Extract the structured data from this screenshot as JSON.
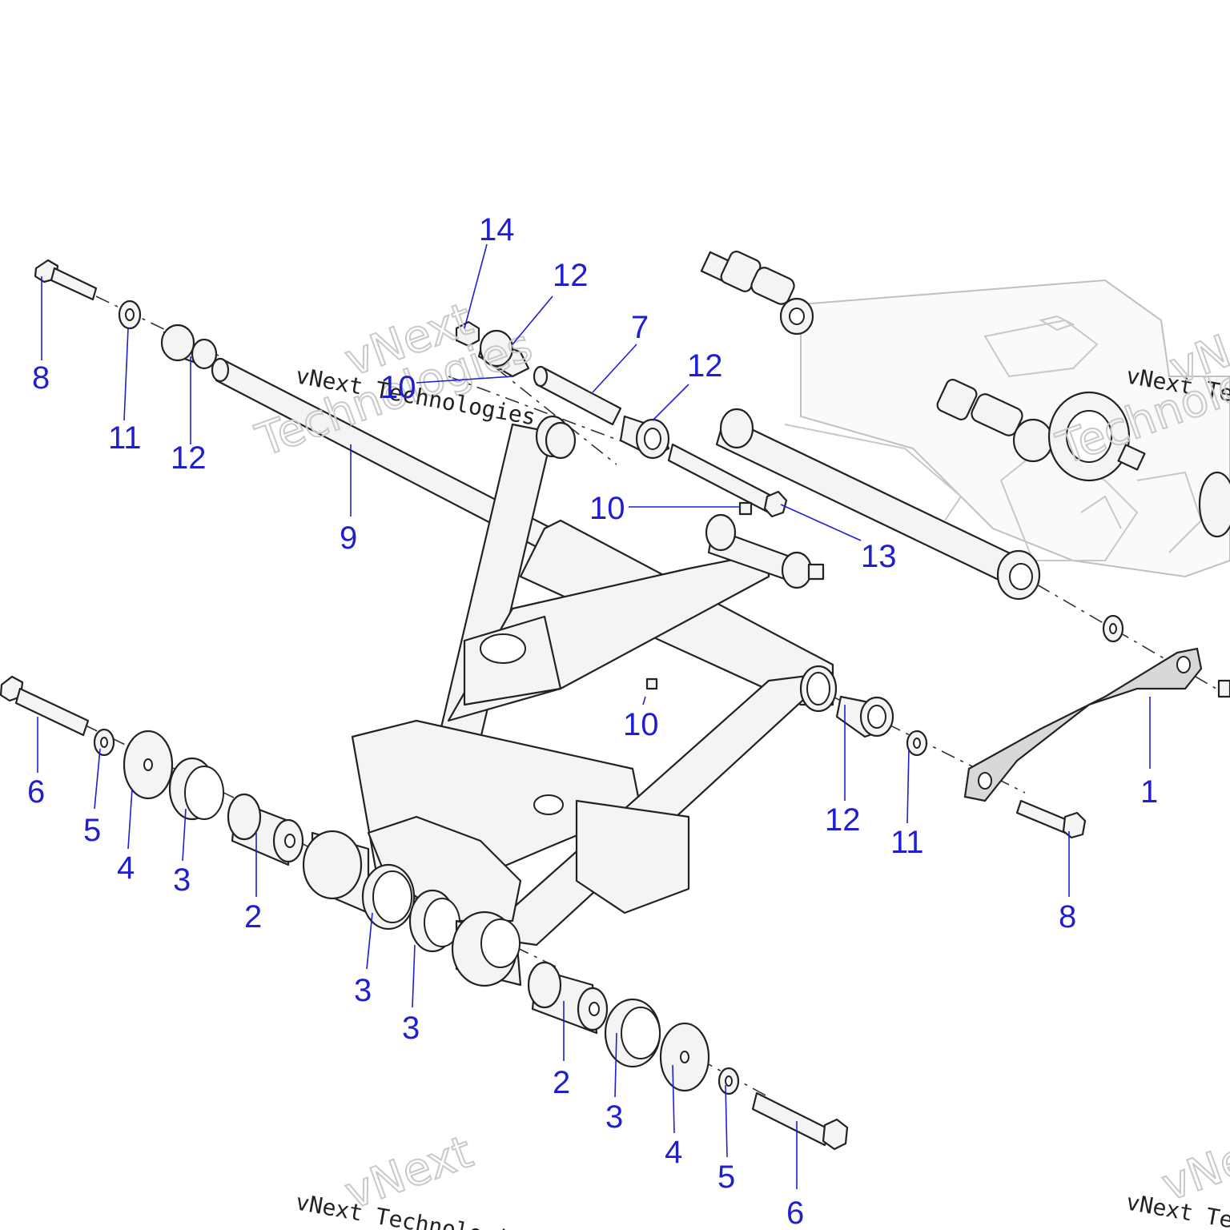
{
  "watermark": {
    "line1": "vNext Technologies",
    "big_top": "vNext",
    "big_bottom": "Technologies"
  },
  "callouts": [
    {
      "id": "c14",
      "label": "14"
    },
    {
      "id": "c12a",
      "label": "12"
    },
    {
      "id": "c7",
      "label": "7"
    },
    {
      "id": "c12b",
      "label": "12"
    },
    {
      "id": "c8a",
      "label": "8"
    },
    {
      "id": "c11a",
      "label": "11"
    },
    {
      "id": "c12c",
      "label": "12"
    },
    {
      "id": "c10a",
      "label": "10"
    },
    {
      "id": "c9",
      "label": "9"
    },
    {
      "id": "c10b",
      "label": "10"
    },
    {
      "id": "c13",
      "label": "13"
    },
    {
      "id": "c10c",
      "label": "10"
    },
    {
      "id": "c6a",
      "label": "6"
    },
    {
      "id": "c5a",
      "label": "5"
    },
    {
      "id": "c4a",
      "label": "4"
    },
    {
      "id": "c3a",
      "label": "3"
    },
    {
      "id": "c2a",
      "label": "2"
    },
    {
      "id": "c3b",
      "label": "3"
    },
    {
      "id": "c3c",
      "label": "3"
    },
    {
      "id": "c12d",
      "label": "12"
    },
    {
      "id": "c11b",
      "label": "11"
    },
    {
      "id": "c1",
      "label": "1"
    },
    {
      "id": "c8b",
      "label": "8"
    },
    {
      "id": "c2b",
      "label": "2"
    },
    {
      "id": "c3d",
      "label": "3"
    },
    {
      "id": "c4b",
      "label": "4"
    },
    {
      "id": "c5b",
      "label": "5"
    },
    {
      "id": "c6b",
      "label": "6"
    }
  ],
  "colors": {
    "callout": "#1f1fd0",
    "line": "#222222",
    "ghost": "#c8c8c8"
  }
}
